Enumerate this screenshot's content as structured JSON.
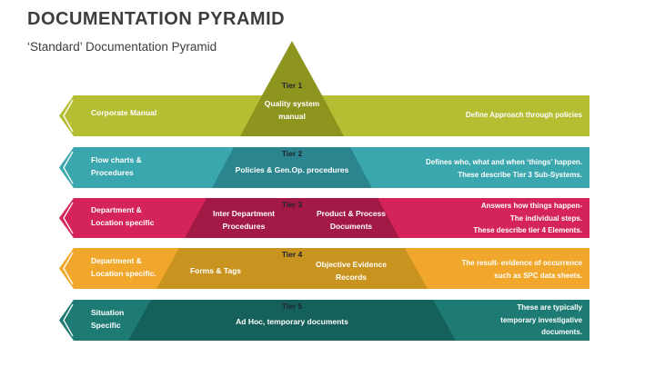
{
  "page": {
    "title": "DOCUMENTATION PYRAMID",
    "subtitle": "‘Standard’ Documentation Pyramid"
  },
  "colors": {
    "title_text": "#3d3d3d",
    "tier_heading_text": "#20242e",
    "band_text": "#ffffff"
  },
  "tiers": [
    {
      "heading": "Tier 1",
      "band_color": "#b5bd33",
      "pyramid_color": "#8e951f",
      "left_label": [
        "Corporate Manual"
      ],
      "pyramid_text": {
        "center": [
          "Quality system",
          "manual"
        ]
      },
      "right_text": [
        "Define Approach through policies"
      ]
    },
    {
      "heading": "Tier 2",
      "band_color": "#3aa6ae",
      "pyramid_color": "#2b858e",
      "left_label": [
        "Flow charts &",
        "Procedures"
      ],
      "pyramid_text": {
        "center": [
          "Policies & Gen.Op. procedures"
        ]
      },
      "right_text": [
        "Defines who, what and when ‘things’ happen.",
        "These describe Tier 3 Sub-Systems."
      ]
    },
    {
      "heading": "Tier 3",
      "band_color": "#d52459",
      "pyramid_color": "#a21945",
      "left_label": [
        "Department &",
        "Location specific"
      ],
      "pyramid_text": {
        "left_block": [
          "Inter Department",
          "Procedures"
        ],
        "right_block": [
          "Product & Process",
          "Documents"
        ]
      },
      "right_text": [
        "Answers how things happen-",
        "The individual steps.",
        "These describe tier 4 Elements."
      ]
    },
    {
      "heading": "Tier 4",
      "band_color": "#f1a72b",
      "pyramid_color": "#c8941f",
      "left_label": [
        "Department &",
        "Location specific."
      ],
      "pyramid_text": {
        "left_block": [
          "Forms & Tags"
        ],
        "right_block": [
          "Objective Evidence",
          "Records"
        ]
      },
      "right_text": [
        "The result- evidence of occurrence",
        "such as SPC data sheets."
      ]
    },
    {
      "heading": "Tier 5",
      "band_color": "#1e7b74",
      "pyramid_color": "#15605a",
      "left_label": [
        "Situation",
        "Specific"
      ],
      "pyramid_text": {
        "center": [
          "Ad Hoc, temporary documents"
        ]
      },
      "right_text": [
        "These are typically",
        "temporary investigative",
        "documents."
      ]
    }
  ]
}
